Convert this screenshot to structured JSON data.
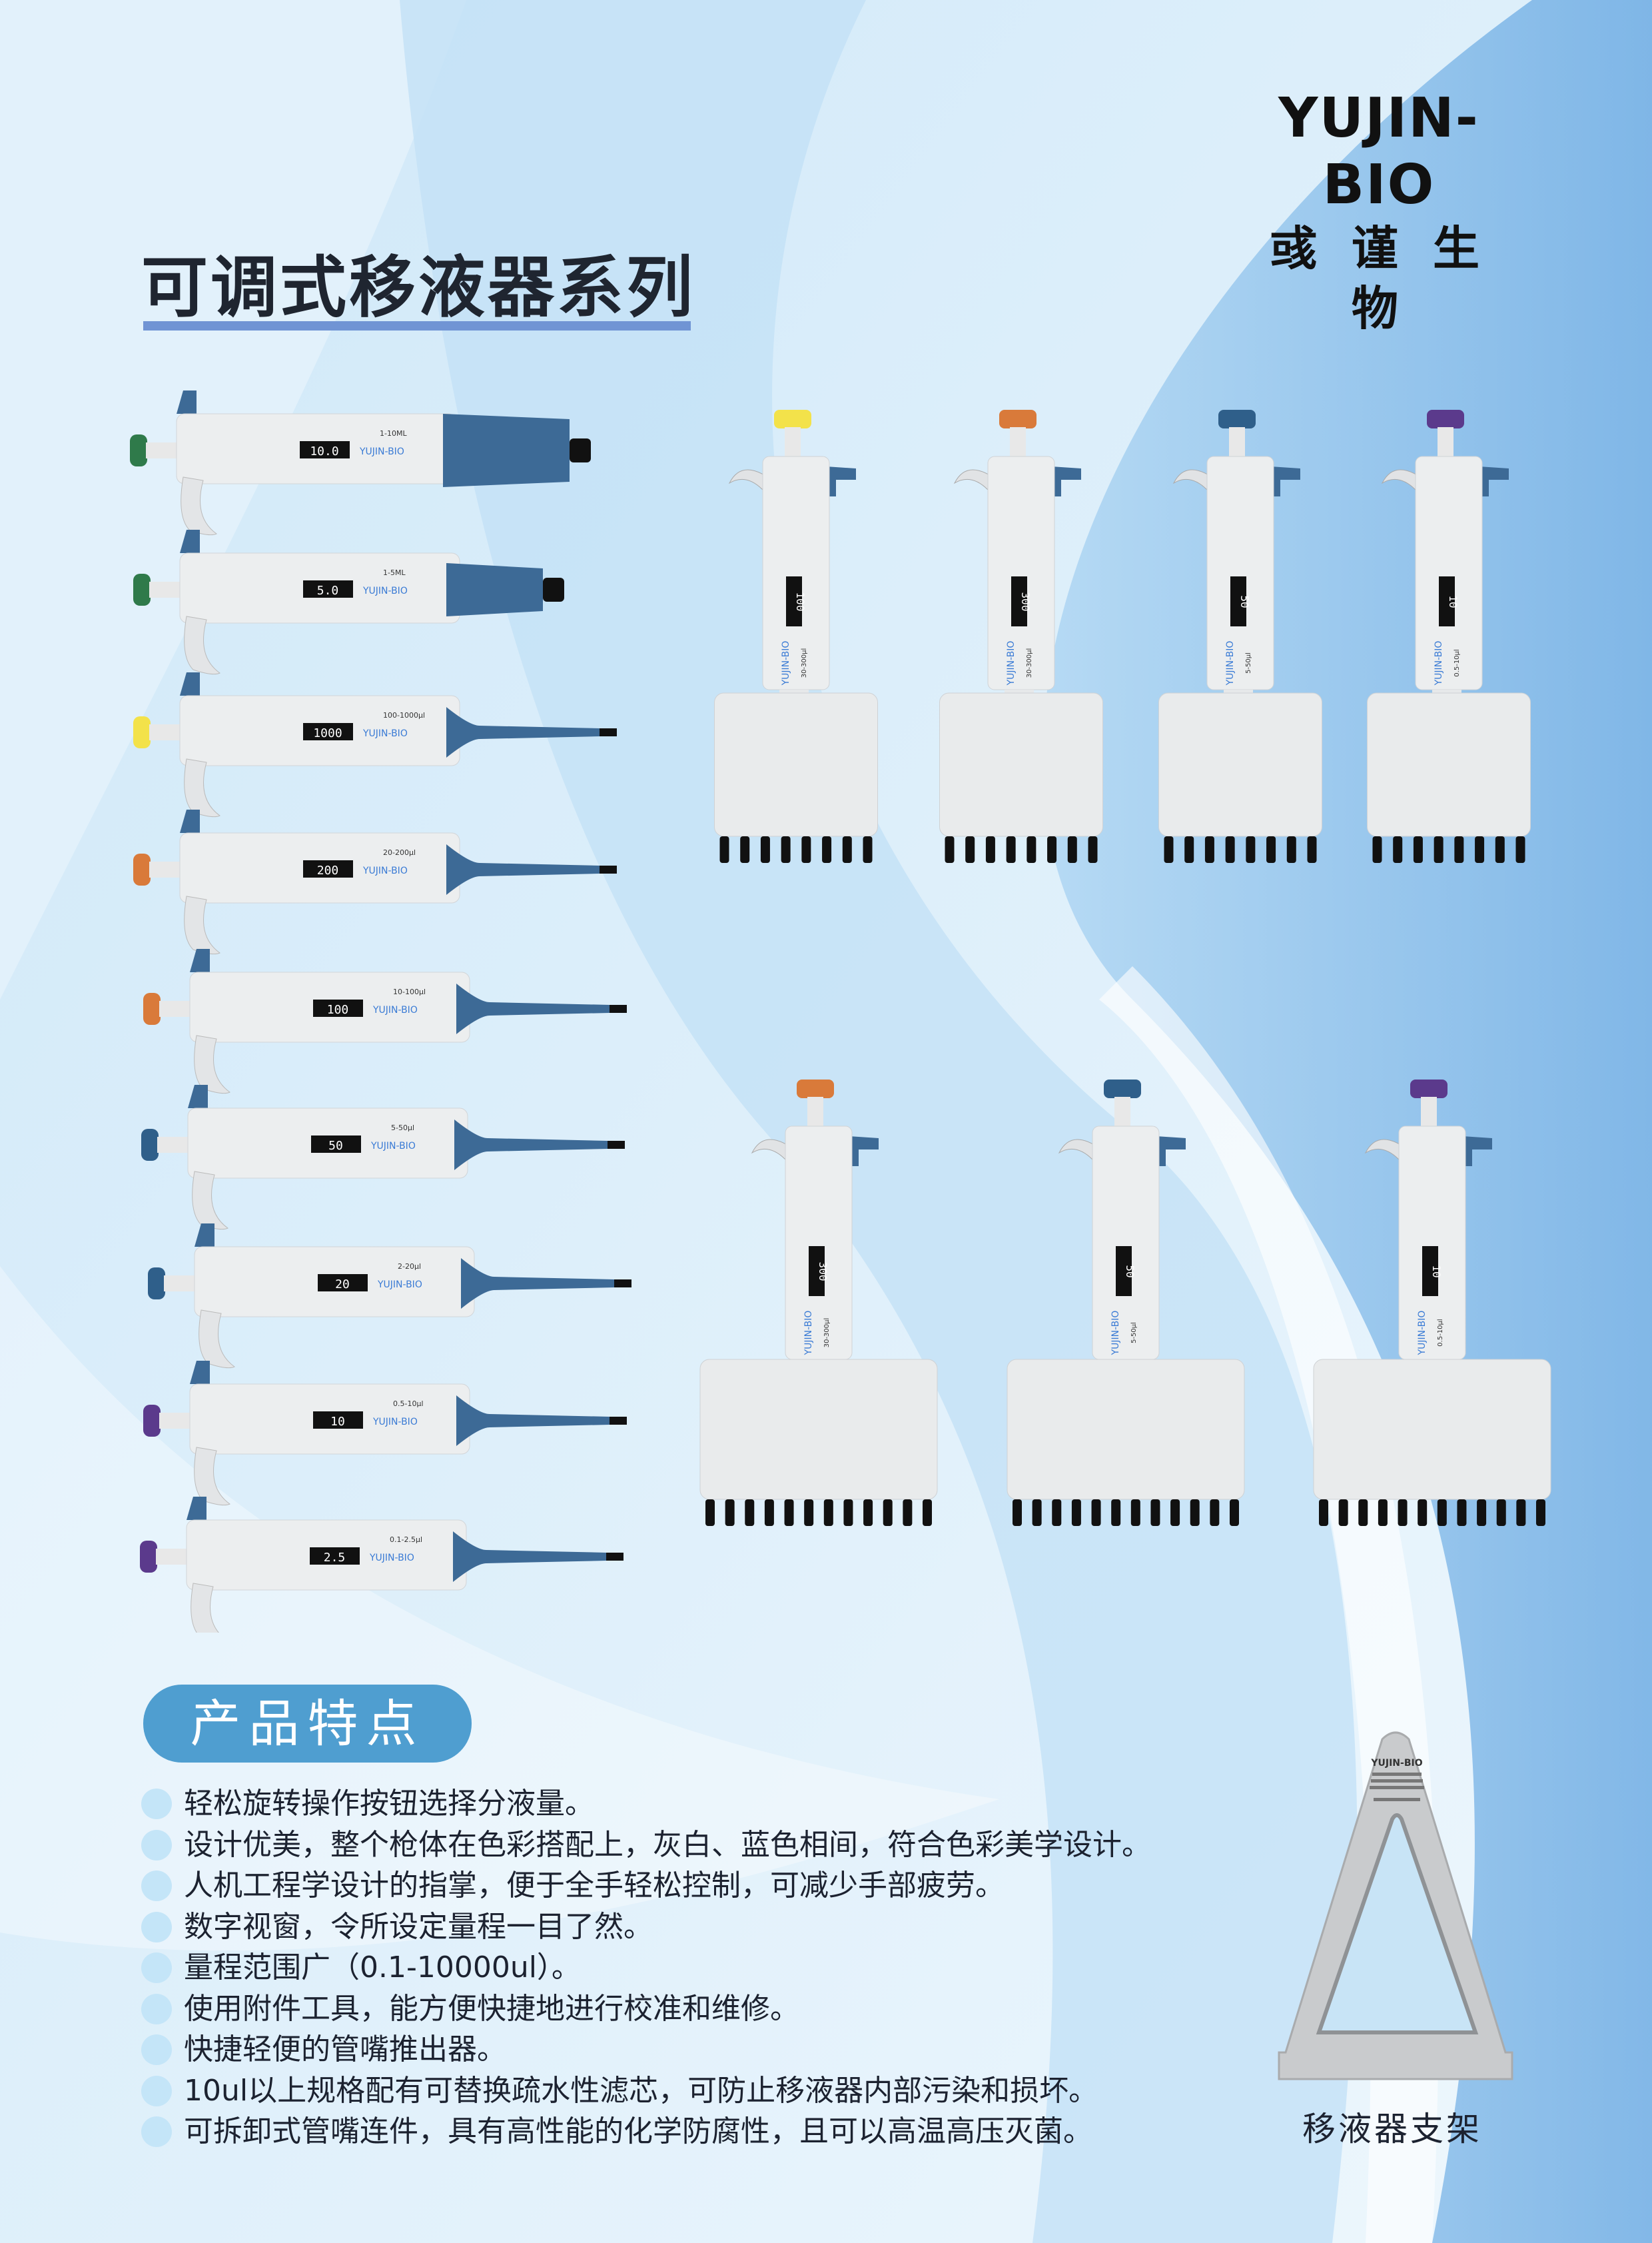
{
  "brand": {
    "name_en": "YUJIN-BIO",
    "name_cn": "彧谨生物"
  },
  "title": "可调式移液器系列",
  "colors": {
    "accent_blue": "#4f9ed0",
    "underline": "#7094d4",
    "body_blue": "#3d6a96",
    "yellow": "#f3e24a",
    "orange": "#d97a3a",
    "green": "#2f7a4a",
    "purple": "#5b3a8c",
    "navy": "#2f5f8a"
  },
  "single_channel_pipettes": [
    {
      "display": "10.0",
      "range": "1-10ML",
      "knob": "green",
      "tip": "large"
    },
    {
      "display": "5.0",
      "range": "1-5ML",
      "knob": "green",
      "tip": "medium"
    },
    {
      "display": "1000",
      "range": "100-1000μl",
      "knob": "yellow",
      "tip": "thin"
    },
    {
      "display": "200",
      "range": "20-200μl",
      "knob": "orange",
      "tip": "thin"
    },
    {
      "display": "100",
      "range": "10-100μl",
      "knob": "orange",
      "tip": "thin"
    },
    {
      "display": "50",
      "range": "5-50μl",
      "knob": "navy",
      "tip": "thin"
    },
    {
      "display": "20",
      "range": "2-20μl",
      "knob": "navy",
      "tip": "thin"
    },
    {
      "display": "10",
      "range": "0.5-10μl",
      "knob": "purple",
      "tip": "thin"
    },
    {
      "display": "2.5",
      "range": "0.1-2.5μl",
      "knob": "purple",
      "tip": "thin"
    }
  ],
  "multi_channel_pipettes": [
    {
      "display": "100",
      "range": "30-300μl",
      "knob": "yellow",
      "channels": 8
    },
    {
      "display": "300",
      "range": "30-300μl",
      "knob": "orange",
      "channels": 8
    },
    {
      "display": "50",
      "range": "5-50μl",
      "knob": "navy",
      "channels": 8
    },
    {
      "display": "10",
      "range": "0.5-10μl",
      "knob": "purple",
      "channels": 8
    },
    {
      "display": "300",
      "range": "30-300μl",
      "knob": "orange",
      "channels": 12
    },
    {
      "display": "50",
      "range": "5-50μl",
      "knob": "navy",
      "channels": 12
    },
    {
      "display": "10",
      "range": "0.5-10μl",
      "knob": "purple",
      "channels": 12
    }
  ],
  "features": {
    "heading": "产品特点",
    "items": [
      "轻松旋转操作按钮选择分液量。",
      "设计优美，整个枪体在色彩搭配上，灰白、蓝色相间，符合色彩美学设计。",
      "人机工程学设计的指掌，便于全手轻松控制，可减少手部疲劳。",
      "数字视窗，令所设定量程一目了然。",
      "量程范围广（0.1-10000ul）。",
      "使用附件工具，能方便快捷地进行校准和维修。",
      "快捷轻便的管嘴推出器。",
      "10ul以上规格配有可替换疏水性滤芯，可防止移液器内部污染和损坏。",
      "可拆卸式管嘴连件，具有高性能的化学防腐性，且可以高温高压灭菌。"
    ]
  },
  "stand": {
    "label": "移液器支架",
    "imprint": "YUJIN-BIO"
  }
}
